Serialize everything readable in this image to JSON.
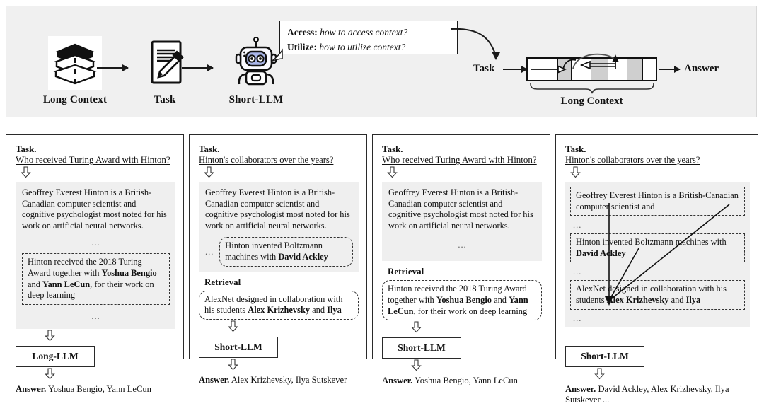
{
  "overview": {
    "nodes": [
      {
        "name": "long-context",
        "caption": "Long Context",
        "icon": "books-icon"
      },
      {
        "name": "task",
        "caption": "Task",
        "icon": "document-pencil-icon"
      },
      {
        "name": "short-llm",
        "caption": "Short-LLM",
        "icon": "robot-icon"
      }
    ],
    "bubble": {
      "line1_label": "Access:",
      "line1_text": "how to access context?",
      "line2_label": "Utilize:",
      "line2_text": "how to utilize context?"
    },
    "strip": {
      "task_label": "Task",
      "answer_label": "Answer",
      "caption": "Long Context",
      "cells": [
        "w",
        "g",
        "w",
        "g",
        "w",
        "g",
        "w"
      ]
    }
  },
  "panels": [
    {
      "id": "panel-1",
      "task_label": "Task.",
      "task_question": "Who received Turing Award with Hinton?",
      "context_paragraph": "Geoffrey Everest Hinton is a British-Canadian computer scientist and cognitive psychologist most noted for his work on artificial neural networks.",
      "ellipsis": "...",
      "highlight_pre": "Hinton received the 2018 Turing Award together with ",
      "highlight_b1": "Yoshua Bengio",
      "highlight_mid": " and ",
      "highlight_b2": "Yann LeCun",
      "highlight_post": ", for their work on deep learning",
      "ellipsis2": "...",
      "llm_label": "Long-LLM",
      "answer_label": "Answer.",
      "answer_text": "Yoshua Bengio, Yann LeCun"
    },
    {
      "id": "panel-2",
      "task_label": "Task.",
      "task_question": "Hinton's collaborators over the years?",
      "context_paragraph": "Geoffrey Everest Hinton is a British-Canadian computer scientist and cognitive psychologist most noted for his work on artificial neural networks.",
      "ellipsis": "...",
      "inline_box_pre": "Hinton invented Boltzmann machines with ",
      "inline_box_b": "David Ackley",
      "retrieval_label": "Retrieval",
      "retrieval_pre": "AlexNet designed in collaboration with his students ",
      "retrieval_b1": "Alex Krizhevsky",
      "retrieval_mid": " and ",
      "retrieval_b2": "Ilya",
      "llm_label": "Short-LLM",
      "answer_label": "Answer.",
      "answer_text": "Alex Krizhevsky, Ilya Sutskever"
    },
    {
      "id": "panel-3",
      "task_label": "Task.",
      "task_question": "Who received Turing Award with Hinton?",
      "context_paragraph": "Geoffrey Everest Hinton is a British-Canadian computer scientist and cognitive psychologist most noted for his work on artificial neural networks.",
      "ellipsis": "...",
      "retrieval_label": "Retrieval",
      "retrieval_pre": "Hinton received the 2018 Turing Award together with ",
      "retrieval_b1": "Yoshua Bengio",
      "retrieval_mid": " and ",
      "retrieval_b2": "Yann LeCun",
      "retrieval_post": ", for their work on deep learning",
      "llm_label": "Short-LLM",
      "answer_label": "Answer.",
      "answer_text": "Yoshua Bengio, Yann LeCun"
    },
    {
      "id": "panel-4",
      "task_label": "Task.",
      "task_question": "Hinton's collaborators over the years?",
      "chunk1": "Geoffrey Everest Hinton is a British-Canadian computer scientist and",
      "ellipsis1": "...",
      "chunk2_pre": "Hinton invented Boltzmann machines with ",
      "chunk2_b": "David Ackley",
      "ellipsis2": "...",
      "chunk3_pre": "AlexNet designed in collaboration with his students ",
      "chunk3_b1": "Alex Krizhevsky",
      "chunk3_mid": " and ",
      "chunk3_b2": "Ilya",
      "ellipsis3": "...",
      "llm_label": "Short-LLM",
      "answer_label": "Answer.",
      "answer_text": "David Ackley, Alex Krizhevsky, Ilya Sutskever ..."
    }
  ],
  "colors": {
    "banner_bg": "#f0f0f0",
    "context_bg": "#efefef",
    "cell_gray": "#cfcfcf",
    "stroke": "#1a1a1a",
    "robot_face": "#aab6e8"
  }
}
